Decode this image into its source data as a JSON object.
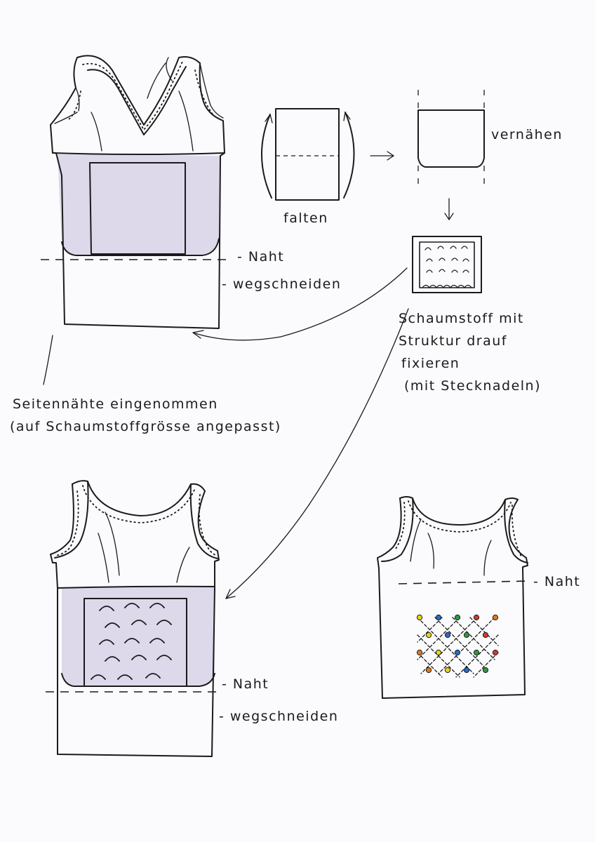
{
  "labels": {
    "naht_top": "- Naht",
    "wegschneiden_top": "- wegschneiden",
    "falten": "falten",
    "vernaehen": "vernähen",
    "schaumstoff_line1": "Schaumstoff mit",
    "schaumstoff_line2": "Struktur drauf",
    "schaumstoff_line3": "fixieren",
    "schaumstoff_line4": "(mit Stecknadeln)",
    "seitennaehte_line1": "Seitennähte eingenommen",
    "seitennaehte_line2": "(auf Schaumstoffgrösse angepasst)",
    "naht_bottom": "- Naht",
    "wegschneiden_bottom": "- wegschneiden",
    "naht_right": "- Naht"
  },
  "colors": {
    "ink": "#1b1b1b",
    "fabric_lilac": "#ddd8ea",
    "paper": "#fbfafc"
  },
  "bead_colors": [
    "#e8d31c",
    "#1e6fd0",
    "#2e9a3a",
    "#d23a2a",
    "#e07a1a"
  ]
}
